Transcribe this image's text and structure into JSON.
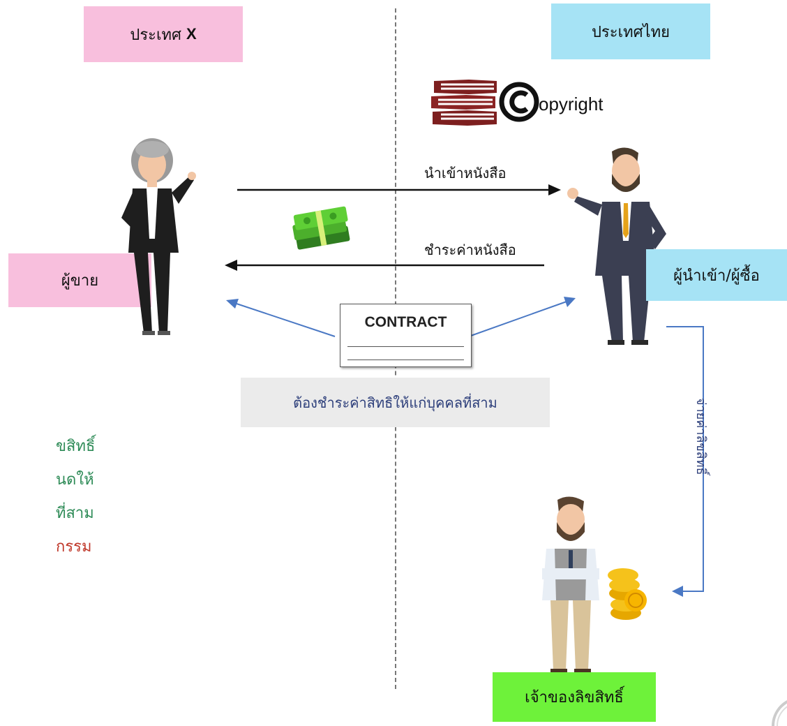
{
  "countries": {
    "x_prefix": "ประเทศ",
    "x_suffix": "X",
    "thailand": "ประเทศไทย"
  },
  "copyright_text": "opyright",
  "flows": {
    "import": "นำเข้าหนังสือ",
    "payment": "ชำระค่าหนังสือ"
  },
  "roles": {
    "seller": "ผู้ขาย",
    "importer": "ผู้นำเข้า/ผู้ซื้อ",
    "owner": "เจ้าของลิขสิทธิ์"
  },
  "contract": {
    "title": "CONTRACT",
    "note": "ต้องชำระค่าสิทธิให้แก่บุคคลที่สาม"
  },
  "royalty_label": "จ่ายค่าลิขสิทธิ์",
  "left_text": [
    {
      "text": "ขสิทธิ์",
      "color": "#2e8b57"
    },
    {
      "text": "นดให้",
      "color": "#2e8b57"
    },
    {
      "text": "ที่สาม",
      "color": "#2e8b57"
    },
    {
      "text": "กรรม",
      "color": "#c0392b"
    }
  ],
  "colors": {
    "arrow_black": "#111111",
    "arrow_blue": "#4a78c4"
  }
}
